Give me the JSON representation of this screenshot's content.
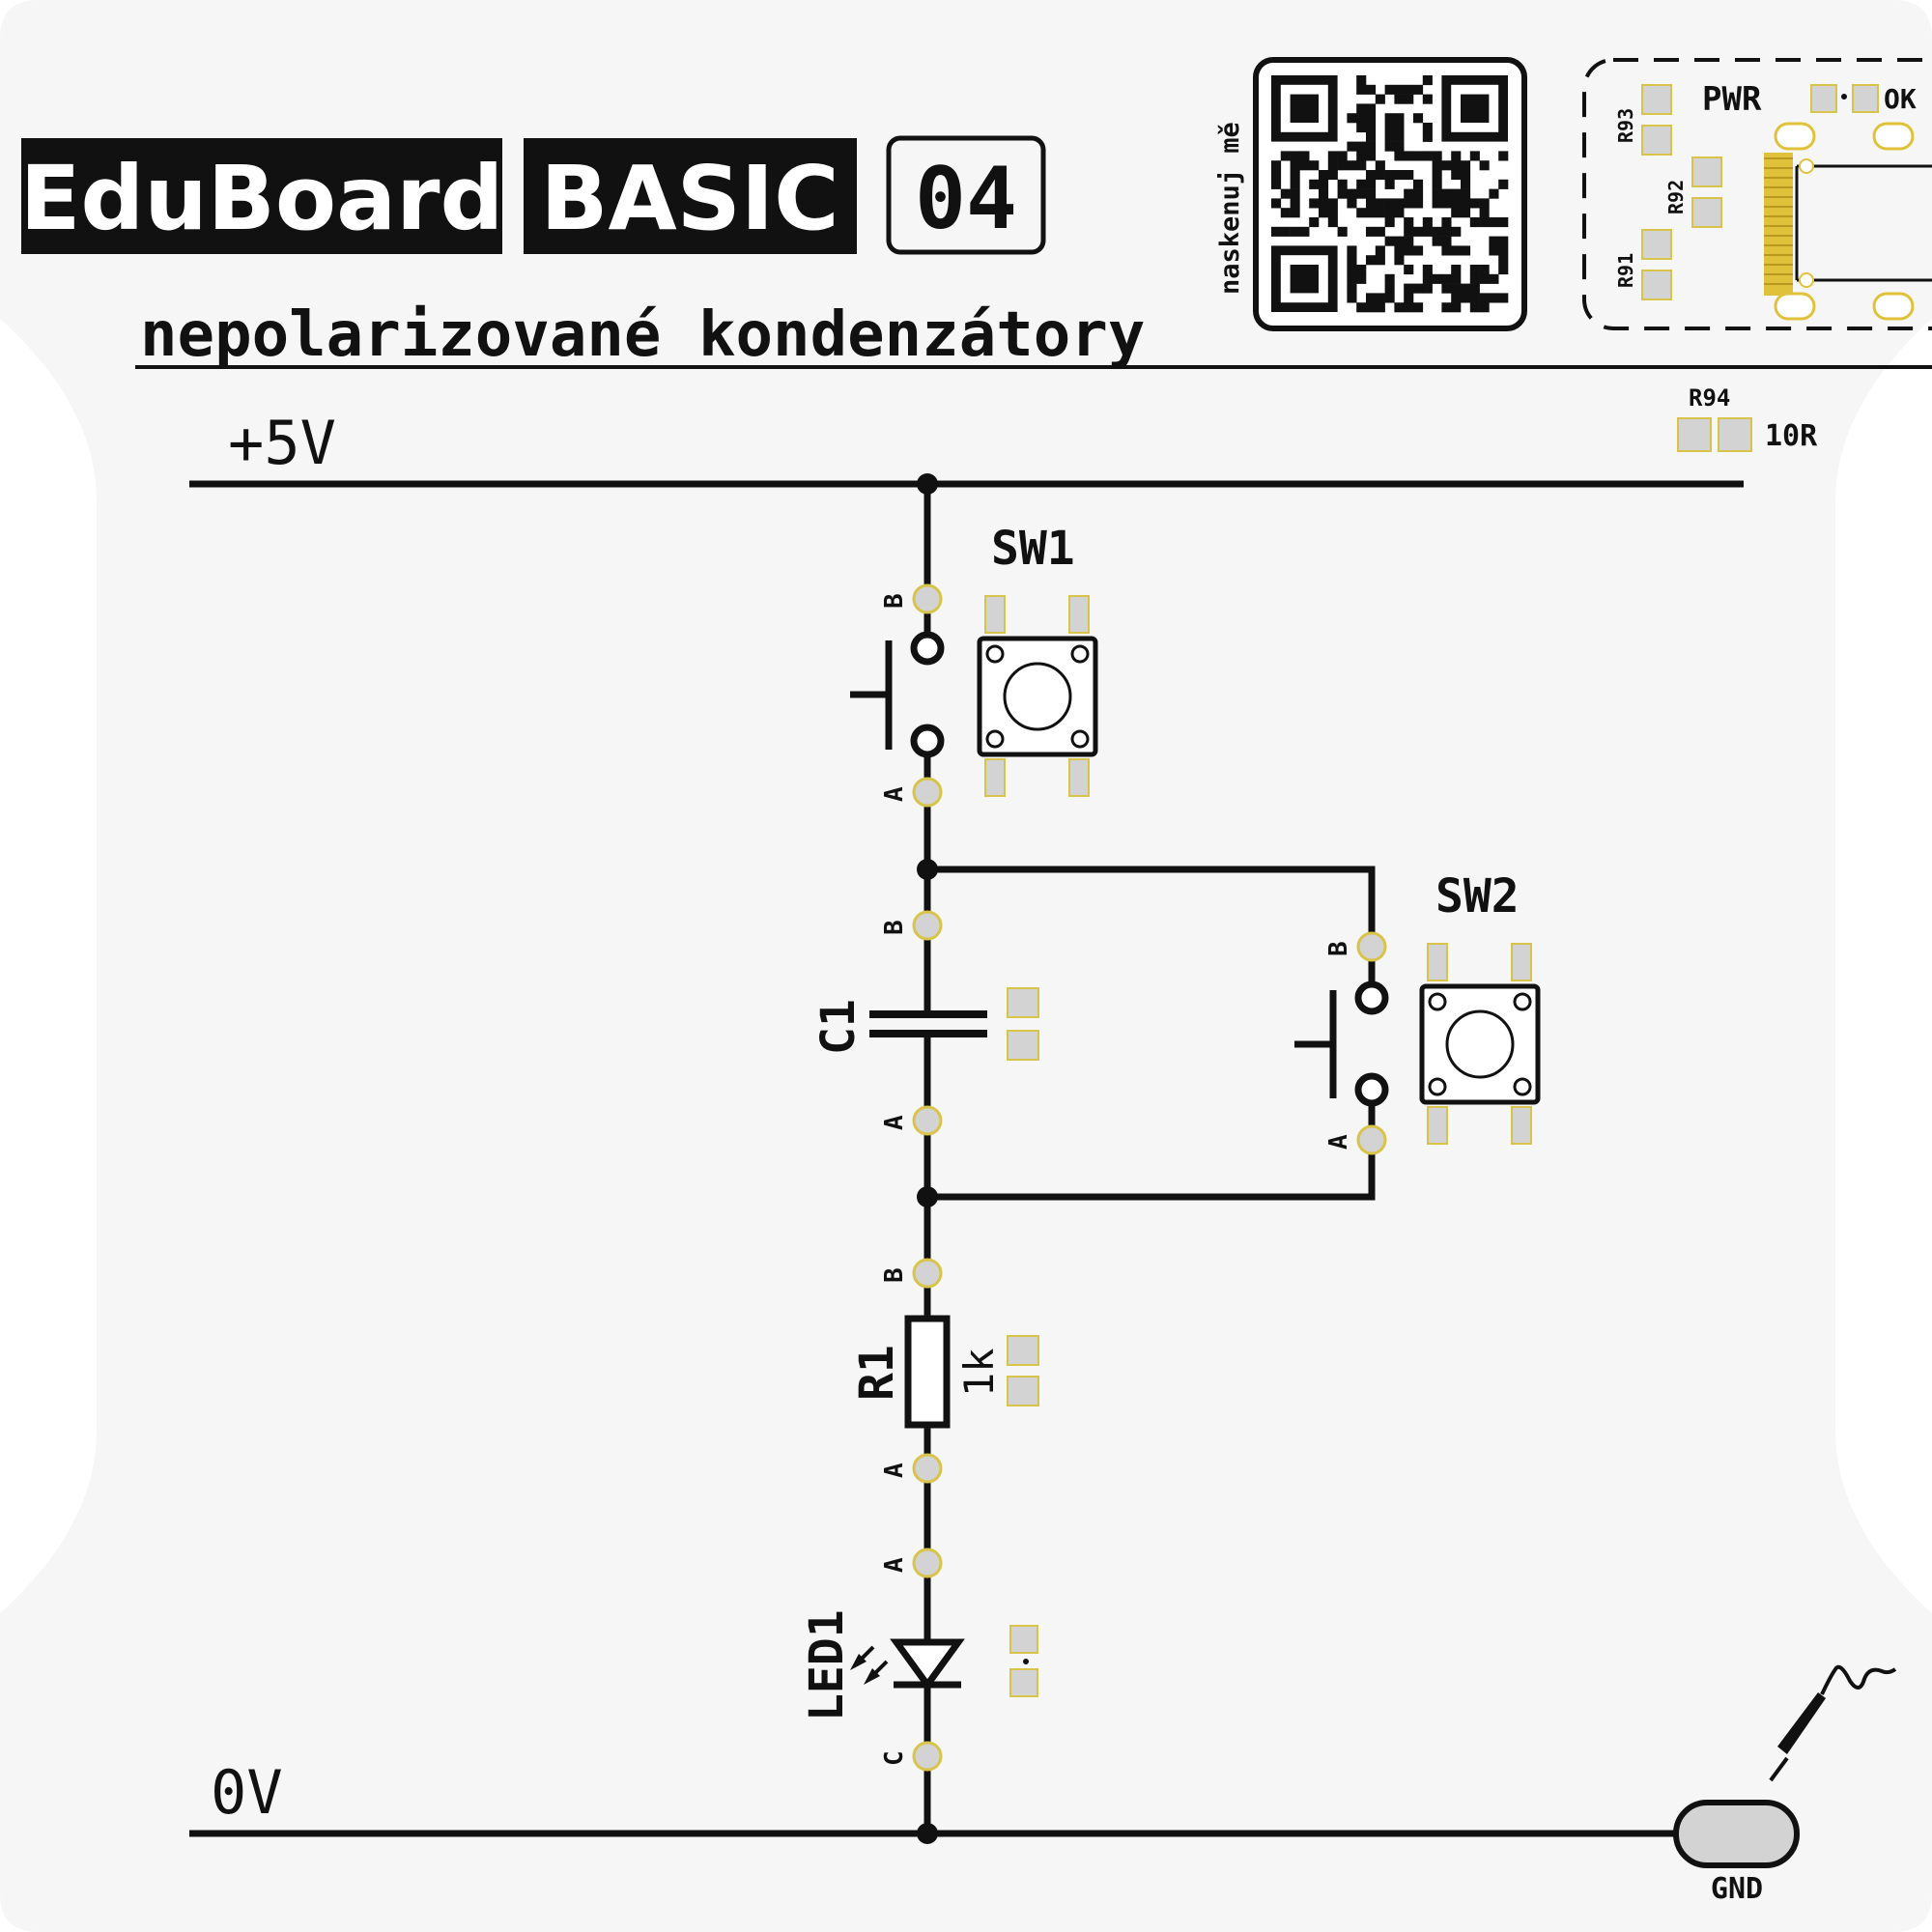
{
  "header": {
    "brand": "EduBoard",
    "product": "BASIC",
    "number": "04",
    "subtitle": "nepolarizované kondenzátory"
  },
  "qr": {
    "label": "naskenuj mě"
  },
  "power_module": {
    "pwr_label": "PWR",
    "ok_label": "OK",
    "r91": "R91",
    "r92": "R92",
    "r93": "R93",
    "r94": "R94",
    "r94_value": "10R"
  },
  "rails": {
    "vcc": "+5V",
    "gnd": "0V"
  },
  "components": {
    "sw1": {
      "ref": "SW1",
      "pin_b": "B",
      "pin_a": "A"
    },
    "sw2": {
      "ref": "SW2",
      "pin_b": "B",
      "pin_a": "A"
    },
    "c1": {
      "ref": "C1",
      "pin_b": "B",
      "pin_a": "A"
    },
    "r1": {
      "ref": "R1",
      "value": "1k",
      "pin_b": "B",
      "pin_a": "A"
    },
    "led1": {
      "ref": "LED1",
      "pin_a": "A",
      "pin_c": "C"
    }
  },
  "gnd_pad": {
    "label": "GND"
  },
  "colors": {
    "board": "#f6f6f6",
    "ink": "#111111",
    "pad_fill": "#d3d3d3",
    "pad_outline": "#d8c44a",
    "gold": "#e0c23a"
  }
}
